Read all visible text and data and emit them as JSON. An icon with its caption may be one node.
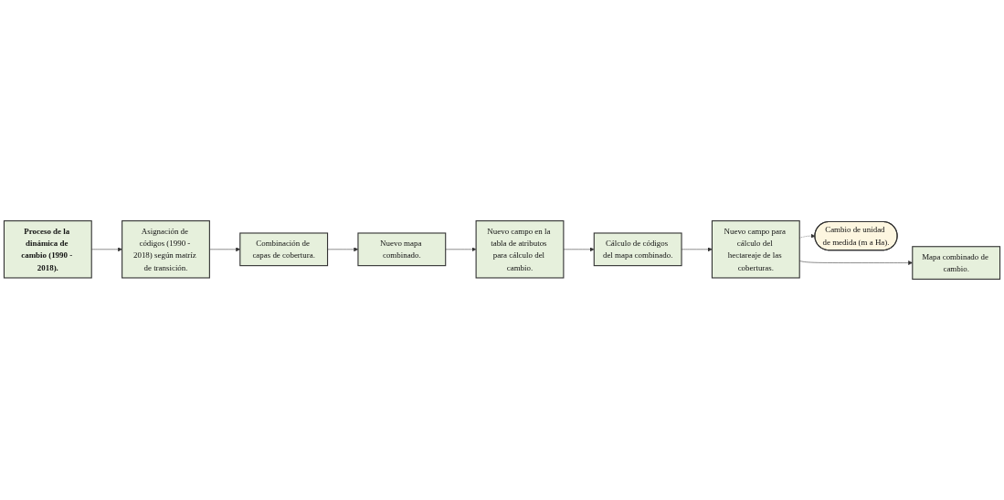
{
  "diagram": {
    "nodes": [
      {
        "text": [
          "Proceso de la dinámica de cambio (1990 - 2018)."
        ]
      },
      {
        "text": [
          "Asignación de códigos (1990 - 2018) según matríz de transición."
        ]
      },
      {
        "text": [
          "Combinación de capas de cobertura."
        ]
      },
      {
        "text": [
          "Nuevo mapa combinado."
        ]
      },
      {
        "text": [
          "Nuevo campo en la tabla de atributos para cálculo del cambio."
        ]
      },
      {
        "text": [
          "Cálculo de códigos del mapa combinado."
        ]
      },
      {
        "text": [
          "Nuevo campo para cálculo del hectareaje de las coberturas."
        ]
      },
      {
        "text": [
          "Cambio de unidad de medida (m a Ha)."
        ]
      },
      {
        "text": [
          "Mapa combinado de cambio."
        ]
      }
    ],
    "edges": [
      {
        "from": 0,
        "to": 1,
        "arrow": "to"
      },
      {
        "from": 1,
        "to": 2,
        "arrow": "to"
      },
      {
        "from": 2,
        "to": 3,
        "arrow": "to"
      },
      {
        "from": 3,
        "to": 4,
        "arrow": "to"
      },
      {
        "from": 4,
        "to": 5,
        "arrow": "to"
      },
      {
        "from": 5,
        "to": 6,
        "arrow": "to"
      },
      {
        "from": 6,
        "to": 7,
        "arrow": "to",
        "style": "dashed"
      },
      {
        "from": 6,
        "to": 8,
        "arrow": "to"
      }
    ]
  }
}
